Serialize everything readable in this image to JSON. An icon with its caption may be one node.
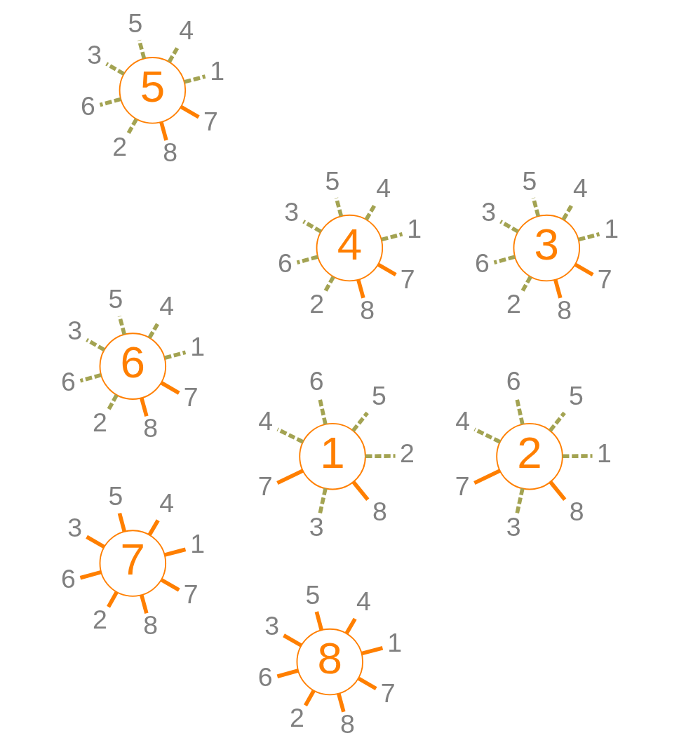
{
  "diagram": {
    "nodes": [
      {
        "text": [
          "1"
        ]
      },
      {
        "text": [
          "2"
        ]
      },
      {
        "text": [
          "3"
        ]
      },
      {
        "text": [
          "4"
        ]
      },
      {
        "text": [
          "5"
        ]
      },
      {
        "text": [
          "6"
        ]
      },
      {
        "text": [
          "7"
        ]
      },
      {
        "text": [
          "8"
        ]
      },
      {
        "text": [
          "2"
        ]
      },
      {
        "text": [
          "1"
        ]
      },
      {
        "text": [
          "3"
        ]
      },
      {
        "text": [
          "4"
        ]
      },
      {
        "text": [
          "5"
        ]
      },
      {
        "text": [
          "6"
        ]
      },
      {
        "text": [
          "7"
        ]
      },
      {
        "text": [
          "8"
        ]
      },
      {
        "text": [
          "3"
        ]
      },
      {
        "text": [
          "1"
        ]
      },
      {
        "text": [
          "2"
        ]
      },
      {
        "text": [
          "3"
        ]
      },
      {
        "text": [
          "4"
        ]
      },
      {
        "text": [
          "5"
        ]
      },
      {
        "text": [
          "6"
        ]
      },
      {
        "text": [
          "7"
        ]
      },
      {
        "text": [
          "8"
        ]
      },
      {
        "text": [
          "4"
        ]
      },
      {
        "text": [
          "1"
        ]
      },
      {
        "text": [
          "2"
        ]
      },
      {
        "text": [
          "3"
        ]
      },
      {
        "text": [
          "4"
        ]
      },
      {
        "text": [
          "5"
        ]
      },
      {
        "text": [
          "6"
        ]
      },
      {
        "text": [
          "7"
        ]
      },
      {
        "text": [
          "8"
        ]
      },
      {
        "text": [
          "5"
        ]
      },
      {
        "text": [
          "1"
        ]
      },
      {
        "text": [
          "2"
        ]
      },
      {
        "text": [
          "3"
        ]
      },
      {
        "text": [
          "4"
        ]
      },
      {
        "text": [
          "5"
        ]
      },
      {
        "text": [
          "6"
        ]
      },
      {
        "text": [
          "7"
        ]
      },
      {
        "text": [
          "8"
        ]
      },
      {
        "text": [
          "6"
        ]
      },
      {
        "text": [
          "1"
        ]
      },
      {
        "text": [
          "2"
        ]
      },
      {
        "text": [
          "3"
        ]
      },
      {
        "text": [
          "4"
        ]
      },
      {
        "text": [
          "5"
        ]
      },
      {
        "text": [
          "6"
        ]
      },
      {
        "text": [
          "7"
        ]
      },
      {
        "text": [
          "8"
        ]
      },
      {
        "text": [
          "7"
        ]
      },
      {
        "text": [
          "1"
        ]
      },
      {
        "text": [
          "2"
        ]
      },
      {
        "text": [
          "3"
        ]
      },
      {
        "text": [
          "4"
        ]
      },
      {
        "text": [
          "5"
        ]
      },
      {
        "text": [
          "6"
        ]
      },
      {
        "text": [
          "7"
        ]
      },
      {
        "text": [
          "8"
        ]
      },
      {
        "text": [
          "8"
        ]
      },
      {
        "text": [
          "1"
        ]
      },
      {
        "text": [
          "2"
        ]
      },
      {
        "text": [
          "3"
        ]
      },
      {
        "text": [
          "4"
        ]
      },
      {
        "text": [
          "5"
        ]
      },
      {
        "text": [
          "6"
        ]
      },
      {
        "text": [
          "7"
        ]
      },
      {
        "text": [
          "8"
        ]
      }
    ],
    "edges": [
      {
        "from": 0,
        "to": 1,
        "arrow": "none",
        "style": "dashed"
      },
      {
        "from": 0,
        "to": 2,
        "arrow": "none",
        "style": "dashed"
      },
      {
        "from": 0,
        "to": 3,
        "arrow": "none",
        "style": "dashed"
      },
      {
        "from": 0,
        "to": 4,
        "arrow": "none",
        "style": "dashed"
      },
      {
        "from": 0,
        "to": 5,
        "arrow": "none",
        "style": "dashed"
      },
      {
        "from": 0,
        "to": 6,
        "arrow": "none",
        "color": "#ff7f00"
      },
      {
        "from": 0,
        "to": 7,
        "arrow": "none",
        "color": "#ff7f00"
      },
      {
        "from": 8,
        "to": 9,
        "arrow": "none",
        "style": "dashed"
      },
      {
        "from": 8,
        "to": 10,
        "arrow": "none",
        "style": "dashed"
      },
      {
        "from": 8,
        "to": 11,
        "arrow": "none",
        "style": "dashed"
      },
      {
        "from": 8,
        "to": 12,
        "arrow": "none",
        "style": "dashed"
      },
      {
        "from": 8,
        "to": 13,
        "arrow": "none",
        "style": "dashed"
      },
      {
        "from": 8,
        "to": 14,
        "arrow": "none",
        "color": "#ff7f00"
      },
      {
        "from": 8,
        "to": 15,
        "arrow": "none",
        "color": "#ff7f00"
      },
      {
        "from": 16,
        "to": 17,
        "arrow": "none",
        "style": "dashed"
      },
      {
        "from": 16,
        "to": 18,
        "arrow": "none",
        "style": "dashed"
      },
      {
        "from": 16,
        "to": 19,
        "arrow": "none",
        "style": "dashed"
      },
      {
        "from": 16,
        "to": 20,
        "arrow": "none",
        "style": "dashed"
      },
      {
        "from": 16,
        "to": 21,
        "arrow": "none",
        "style": "dashed"
      },
      {
        "from": 16,
        "to": 22,
        "arrow": "none",
        "style": "dashed"
      },
      {
        "from": 16,
        "to": 23,
        "arrow": "none",
        "color": "#ff7f00"
      },
      {
        "from": 16,
        "to": 24,
        "arrow": "none",
        "color": "#ff7f00"
      },
      {
        "from": 25,
        "to": 26,
        "arrow": "none",
        "style": "dashed"
      },
      {
        "from": 25,
        "to": 27,
        "arrow": "none",
        "style": "dashed"
      },
      {
        "from": 25,
        "to": 28,
        "arrow": "none",
        "style": "dashed"
      },
      {
        "from": 25,
        "to": 29,
        "arrow": "none",
        "style": "dashed"
      },
      {
        "from": 25,
        "to": 30,
        "arrow": "none",
        "style": "dashed"
      },
      {
        "from": 25,
        "to": 31,
        "arrow": "none",
        "style": "dashed"
      },
      {
        "from": 25,
        "to": 32,
        "arrow": "none",
        "color": "#ff7f00"
      },
      {
        "from": 25,
        "to": 33,
        "arrow": "none",
        "color": "#ff7f00"
      },
      {
        "from": 34,
        "to": 35,
        "arrow": "none",
        "style": "dashed"
      },
      {
        "from": 34,
        "to": 36,
        "arrow": "none",
        "style": "dashed"
      },
      {
        "from": 34,
        "to": 37,
        "arrow": "none",
        "style": "dashed"
      },
      {
        "from": 34,
        "to": 38,
        "arrow": "none",
        "style": "dashed"
      },
      {
        "from": 34,
        "to": 39,
        "arrow": "none",
        "style": "dashed"
      },
      {
        "from": 34,
        "to": 40,
        "arrow": "none",
        "style": "dashed"
      },
      {
        "from": 34,
        "to": 41,
        "arrow": "none",
        "color": "#ff7f00"
      },
      {
        "from": 34,
        "to": 42,
        "arrow": "none",
        "color": "#ff7f00"
      },
      {
        "from": 43,
        "to": 44,
        "arrow": "none",
        "style": "dashed"
      },
      {
        "from": 43,
        "to": 45,
        "arrow": "none",
        "style": "dashed"
      },
      {
        "from": 43,
        "to": 46,
        "arrow": "none",
        "style": "dashed"
      },
      {
        "from": 43,
        "to": 47,
        "arrow": "none",
        "style": "dashed"
      },
      {
        "from": 43,
        "to": 48,
        "arrow": "none",
        "style": "dashed"
      },
      {
        "from": 43,
        "to": 49,
        "arrow": "none",
        "style": "dashed"
      },
      {
        "from": 43,
        "to": 50,
        "arrow": "none",
        "color": "#ff7f00"
      },
      {
        "from": 43,
        "to": 51,
        "arrow": "none",
        "color": "#ff7f00"
      },
      {
        "from": 52,
        "to": 53,
        "arrow": "none",
        "color": "#ff7f00"
      },
      {
        "from": 52,
        "to": 54,
        "arrow": "none",
        "color": "#ff7f00"
      },
      {
        "from": 52,
        "to": 55,
        "arrow": "none",
        "color": "#ff7f00"
      },
      {
        "from": 52,
        "to": 56,
        "arrow": "none",
        "color": "#ff7f00"
      },
      {
        "from": 52,
        "to": 57,
        "arrow": "none",
        "color": "#ff7f00"
      },
      {
        "from": 52,
        "to": 58,
        "arrow": "none",
        "color": "#ff7f00"
      },
      {
        "from": 52,
        "to": 59,
        "arrow": "none",
        "color": "#ff7f00"
      },
      {
        "from": 52,
        "to": 60,
        "arrow": "none",
        "color": "#ff7f00"
      },
      {
        "from": 61,
        "to": 62,
        "arrow": "none",
        "color": "#ff7f00"
      },
      {
        "from": 61,
        "to": 63,
        "arrow": "none",
        "color": "#ff7f00"
      },
      {
        "from": 61,
        "to": 64,
        "arrow": "none",
        "color": "#ff7f00"
      },
      {
        "from": 61,
        "to": 65,
        "arrow": "none",
        "color": "#ff7f00"
      },
      {
        "from": 61,
        "to": 66,
        "arrow": "none",
        "color": "#ff7f00"
      },
      {
        "from": 61,
        "to": 67,
        "arrow": "none",
        "color": "#ff7f00"
      },
      {
        "from": 61,
        "to": 68,
        "arrow": "none",
        "color": "#ff7f00"
      },
      {
        "from": 61,
        "to": 69,
        "arrow": "none",
        "color": "#ff7f00"
      }
    ]
  }
}
